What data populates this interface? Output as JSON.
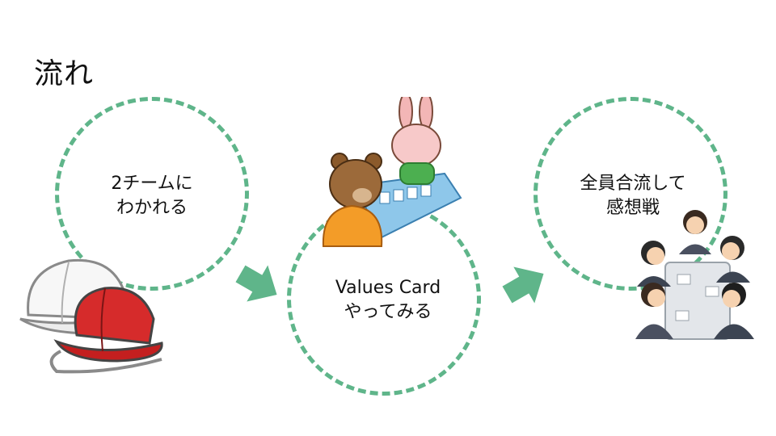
{
  "slide": {
    "title": "流れ",
    "steps": [
      {
        "line1": "2チームに",
        "line2": "わかれる"
      },
      {
        "line1": "Values Card",
        "line2": "やってみる"
      },
      {
        "line1": "全員合流して",
        "line2": "感想戦"
      }
    ],
    "colors": {
      "circle_border": "#5fb58a",
      "arrow": "#5fb58a"
    },
    "icons": [
      "arrow-right-icon",
      "white-helmet-icon",
      "red-cap-icon",
      "bear-rabbit-card-game-icon",
      "meeting-people-icon"
    ]
  }
}
